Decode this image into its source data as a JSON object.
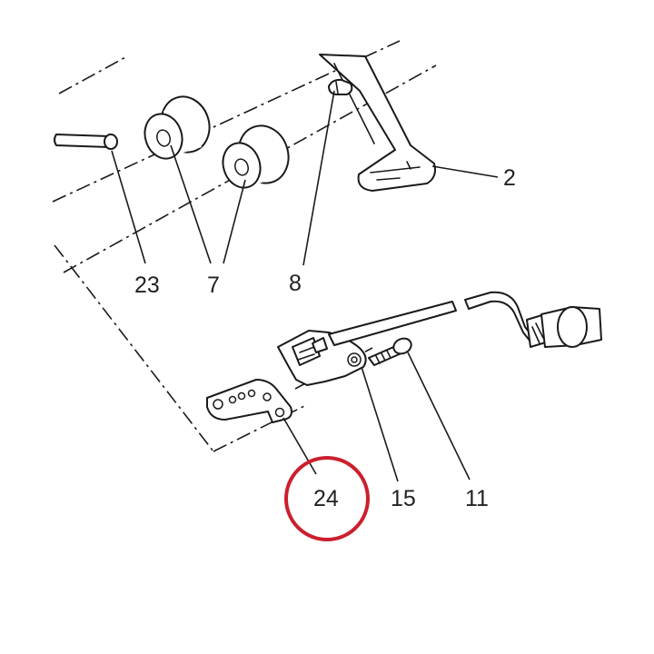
{
  "colors": {
    "line": "#1a1a1a",
    "label": "#222222",
    "highlight": "#cc1f2e",
    "background": "#ffffff"
  },
  "callouts": [
    {
      "id": "2",
      "label": "2"
    },
    {
      "id": "23",
      "label": "23"
    },
    {
      "id": "7",
      "label": "7"
    },
    {
      "id": "8",
      "label": "8"
    },
    {
      "id": "24",
      "label": "24",
      "highlighted": true
    },
    {
      "id": "15",
      "label": "15"
    },
    {
      "id": "11",
      "label": "11"
    }
  ]
}
